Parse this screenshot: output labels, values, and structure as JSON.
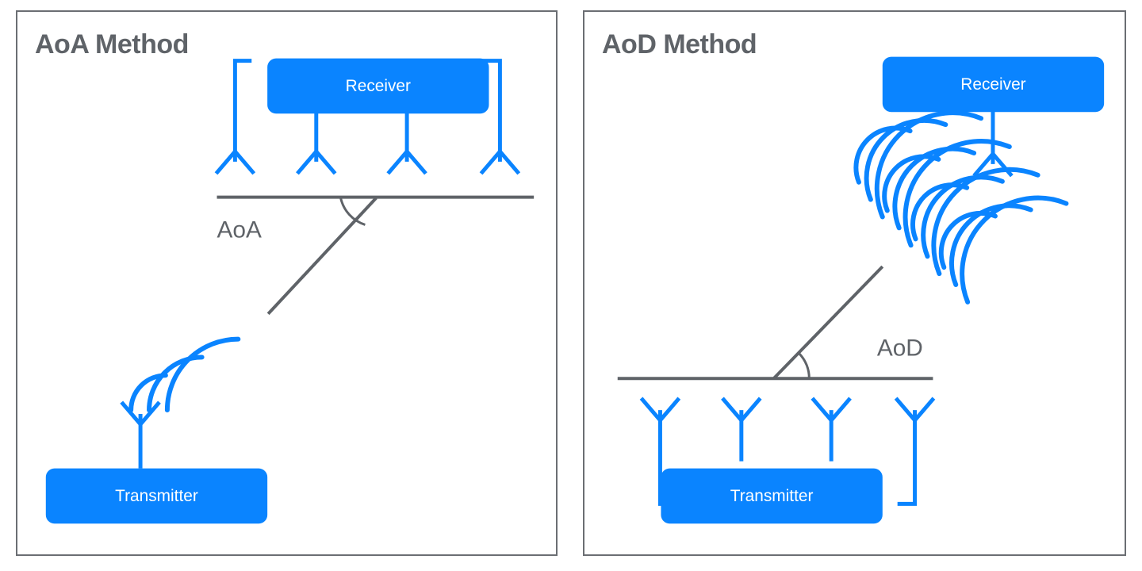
{
  "figure": {
    "background_color": "#ffffff",
    "accent_blue": "#0a84ff",
    "line_gray": "#5f6368",
    "border_gray": "#6b6e73"
  },
  "panels": [
    {
      "id": "aoa",
      "title": "AoA Method",
      "receiver_label": "Receiver",
      "transmitter_label": "Transmitter",
      "angle_label": "AoA",
      "receiver_antenna_count": 4,
      "transmitter_antenna_count": 1,
      "wave_arc_count": 3,
      "wave_cluster_count": 1,
      "description": "Receiver has a four-element antenna array; single-antenna transmitter radiates waves arriving at an angle of arrival."
    },
    {
      "id": "aod",
      "title": "AoD Method",
      "receiver_label": "Receiver",
      "transmitter_label": "Transmitter",
      "angle_label": "AoD",
      "receiver_antenna_count": 1,
      "transmitter_antenna_count": 4,
      "wave_arc_count": 3,
      "wave_cluster_count": 4,
      "description": "Transmitter has a four-element antenna array beamforming toward a single-antenna receiver at an angle of departure."
    }
  ]
}
